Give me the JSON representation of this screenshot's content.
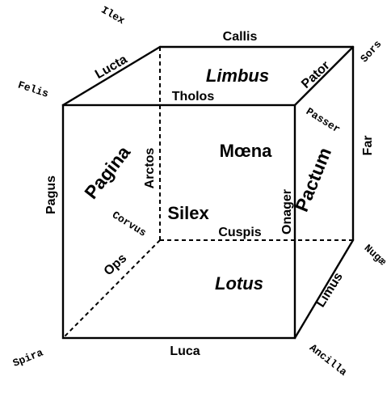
{
  "vertices": {
    "front_top_left": "Felis",
    "back_top_left": "Ilex",
    "back_top_right": "Sors",
    "front_top_right": "Passer",
    "front_bottom_left": "Spira",
    "back_bottom_left": "Corvus",
    "back_bottom_right": "Nugæ",
    "front_bottom_right": "Ancilla"
  },
  "edges": {
    "top_back": "Callis",
    "top_left": "Lucta",
    "top_right": "Pator",
    "top_front": "Tholos",
    "front_left": "Pagus",
    "front_bottom": "Luca",
    "back_left_vertical": "Arctos",
    "back_bottom": "Cuspis",
    "bottom_left_depth": "Ops",
    "bottom_right_depth": "Limus",
    "back_right_vertical": "Far",
    "front_right_vertical": "Onager"
  },
  "faces": {
    "top": "Limbus",
    "bottom": "Lotus",
    "back": "Mœna",
    "left": "Pagina",
    "right": "Pactum",
    "interior": "Silex"
  }
}
